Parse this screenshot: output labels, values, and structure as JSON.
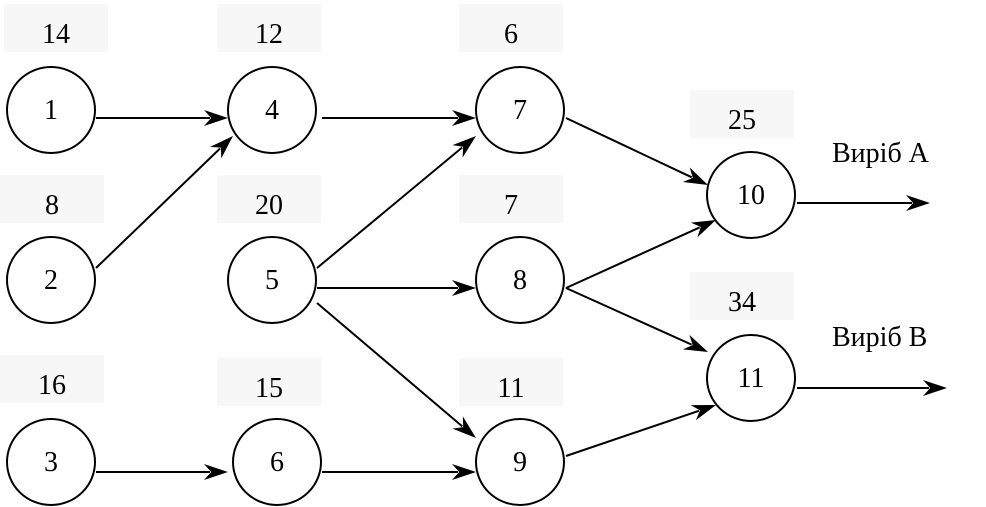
{
  "diagram": {
    "nodes": [
      {
        "id": "1",
        "weight": "14"
      },
      {
        "id": "2",
        "weight": "8"
      },
      {
        "id": "3",
        "weight": "16"
      },
      {
        "id": "4",
        "weight": "12"
      },
      {
        "id": "5",
        "weight": "20"
      },
      {
        "id": "6",
        "weight": "15"
      },
      {
        "id": "7",
        "weight": "6"
      },
      {
        "id": "8",
        "weight": "7"
      },
      {
        "id": "9",
        "weight": "11"
      },
      {
        "id": "10",
        "weight": "25"
      },
      {
        "id": "11",
        "weight": "34"
      }
    ],
    "edges": [
      {
        "from": "1",
        "to": "4"
      },
      {
        "from": "2",
        "to": "4"
      },
      {
        "from": "4",
        "to": "7"
      },
      {
        "from": "5",
        "to": "7"
      },
      {
        "from": "5",
        "to": "8"
      },
      {
        "from": "5",
        "to": "9"
      },
      {
        "from": "3",
        "to": "6"
      },
      {
        "from": "6",
        "to": "9"
      },
      {
        "from": "7",
        "to": "10"
      },
      {
        "from": "8",
        "to": "10"
      },
      {
        "from": "8",
        "to": "11"
      },
      {
        "from": "9",
        "to": "11"
      }
    ],
    "outputs": [
      {
        "from": "10",
        "label": "Виріб A"
      },
      {
        "from": "11",
        "label": "Виріб B"
      }
    ]
  }
}
